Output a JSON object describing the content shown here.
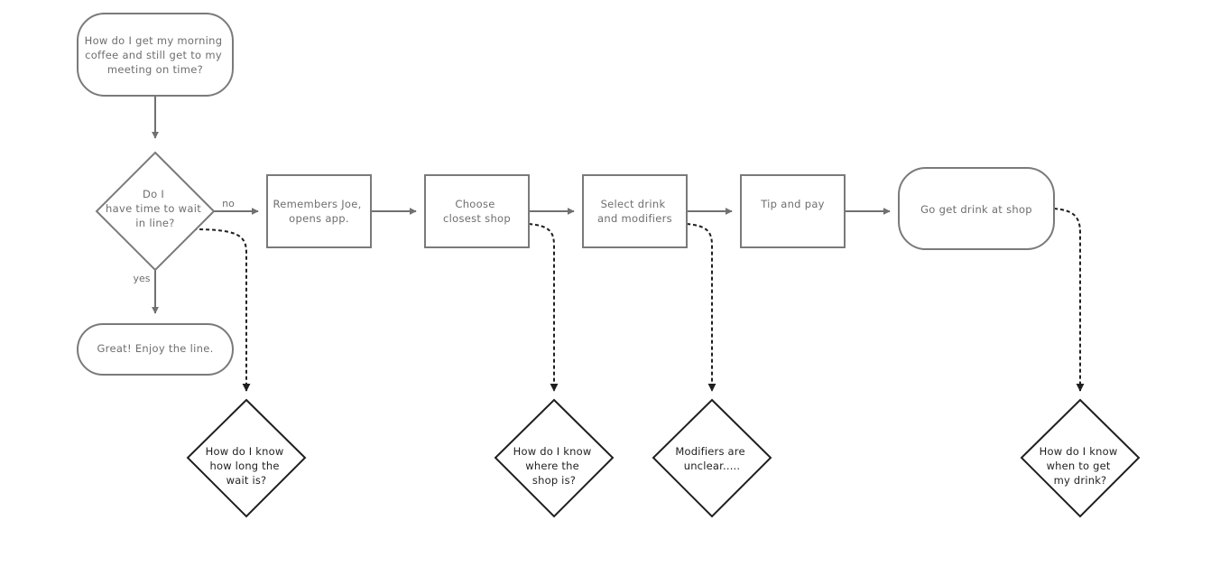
{
  "nodes": {
    "start": {
      "lines": [
        "How do I get my morning",
        "coffee and still get to my",
        "meeting on time?"
      ]
    },
    "decision": {
      "lines": [
        "Do I",
        "have time to wait",
        "in line?"
      ]
    },
    "enjoy": {
      "lines": [
        "Great! Enjoy the line."
      ]
    },
    "remembers": {
      "lines": [
        "Remembers Joe,",
        "opens app."
      ]
    },
    "choose": {
      "lines": [
        "Choose",
        "closest shop"
      ]
    },
    "select": {
      "lines": [
        "Select drink",
        "and modifiers"
      ]
    },
    "tip": {
      "lines": [
        "Tip and pay"
      ]
    },
    "go_get": {
      "lines": [
        "Go get drink at shop"
      ]
    },
    "q_wait": {
      "lines": [
        "How do I know",
        "how long the",
        "wait is?"
      ]
    },
    "q_where": {
      "lines": [
        "How do I know",
        "where the",
        "shop is?"
      ]
    },
    "q_modifiers": {
      "lines": [
        "Modifiers are",
        "unclear....."
      ]
    },
    "q_when": {
      "lines": [
        "How do I know",
        "when to get",
        "my drink?"
      ]
    }
  },
  "edge_labels": {
    "no": "no",
    "yes": "yes"
  },
  "colors": {
    "flow": "#707070",
    "pain_point": "#1f1f1f"
  }
}
